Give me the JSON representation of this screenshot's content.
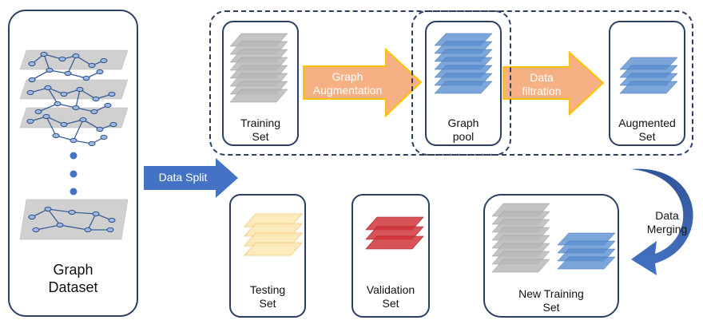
{
  "graph_dataset": {
    "line1": "Graph",
    "line2": "Dataset"
  },
  "data_split": "Data Split",
  "training_set": {
    "line1": "Training",
    "line2": "Set"
  },
  "graph_augmentation": {
    "line1": "Graph",
    "line2": "Augmentation"
  },
  "graph_pool": {
    "line1": "Graph",
    "line2": "pool"
  },
  "data_filtration": {
    "line1": "Data",
    "line2": "filtration"
  },
  "augmented_set": {
    "line1": "Augmented",
    "line2": "Set"
  },
  "testing_set": {
    "line1": "Testing",
    "line2": "Set"
  },
  "validation_set": {
    "line1": "Validation",
    "line2": "Set"
  },
  "new_training_set": {
    "line1": "New Training",
    "line2": "Set"
  },
  "data_merging": {
    "line1": "Data",
    "line2": "Merging"
  },
  "colors": {
    "box_border": "#2c3f63",
    "gray_layer": "#b8b8b8",
    "blue_layer": "#5b8fd0",
    "yellow_layer": "#fce9b5",
    "red_layer": "#d0353a",
    "orange_arrow": "#f5b183",
    "blue_arrow": "#4472c4"
  }
}
